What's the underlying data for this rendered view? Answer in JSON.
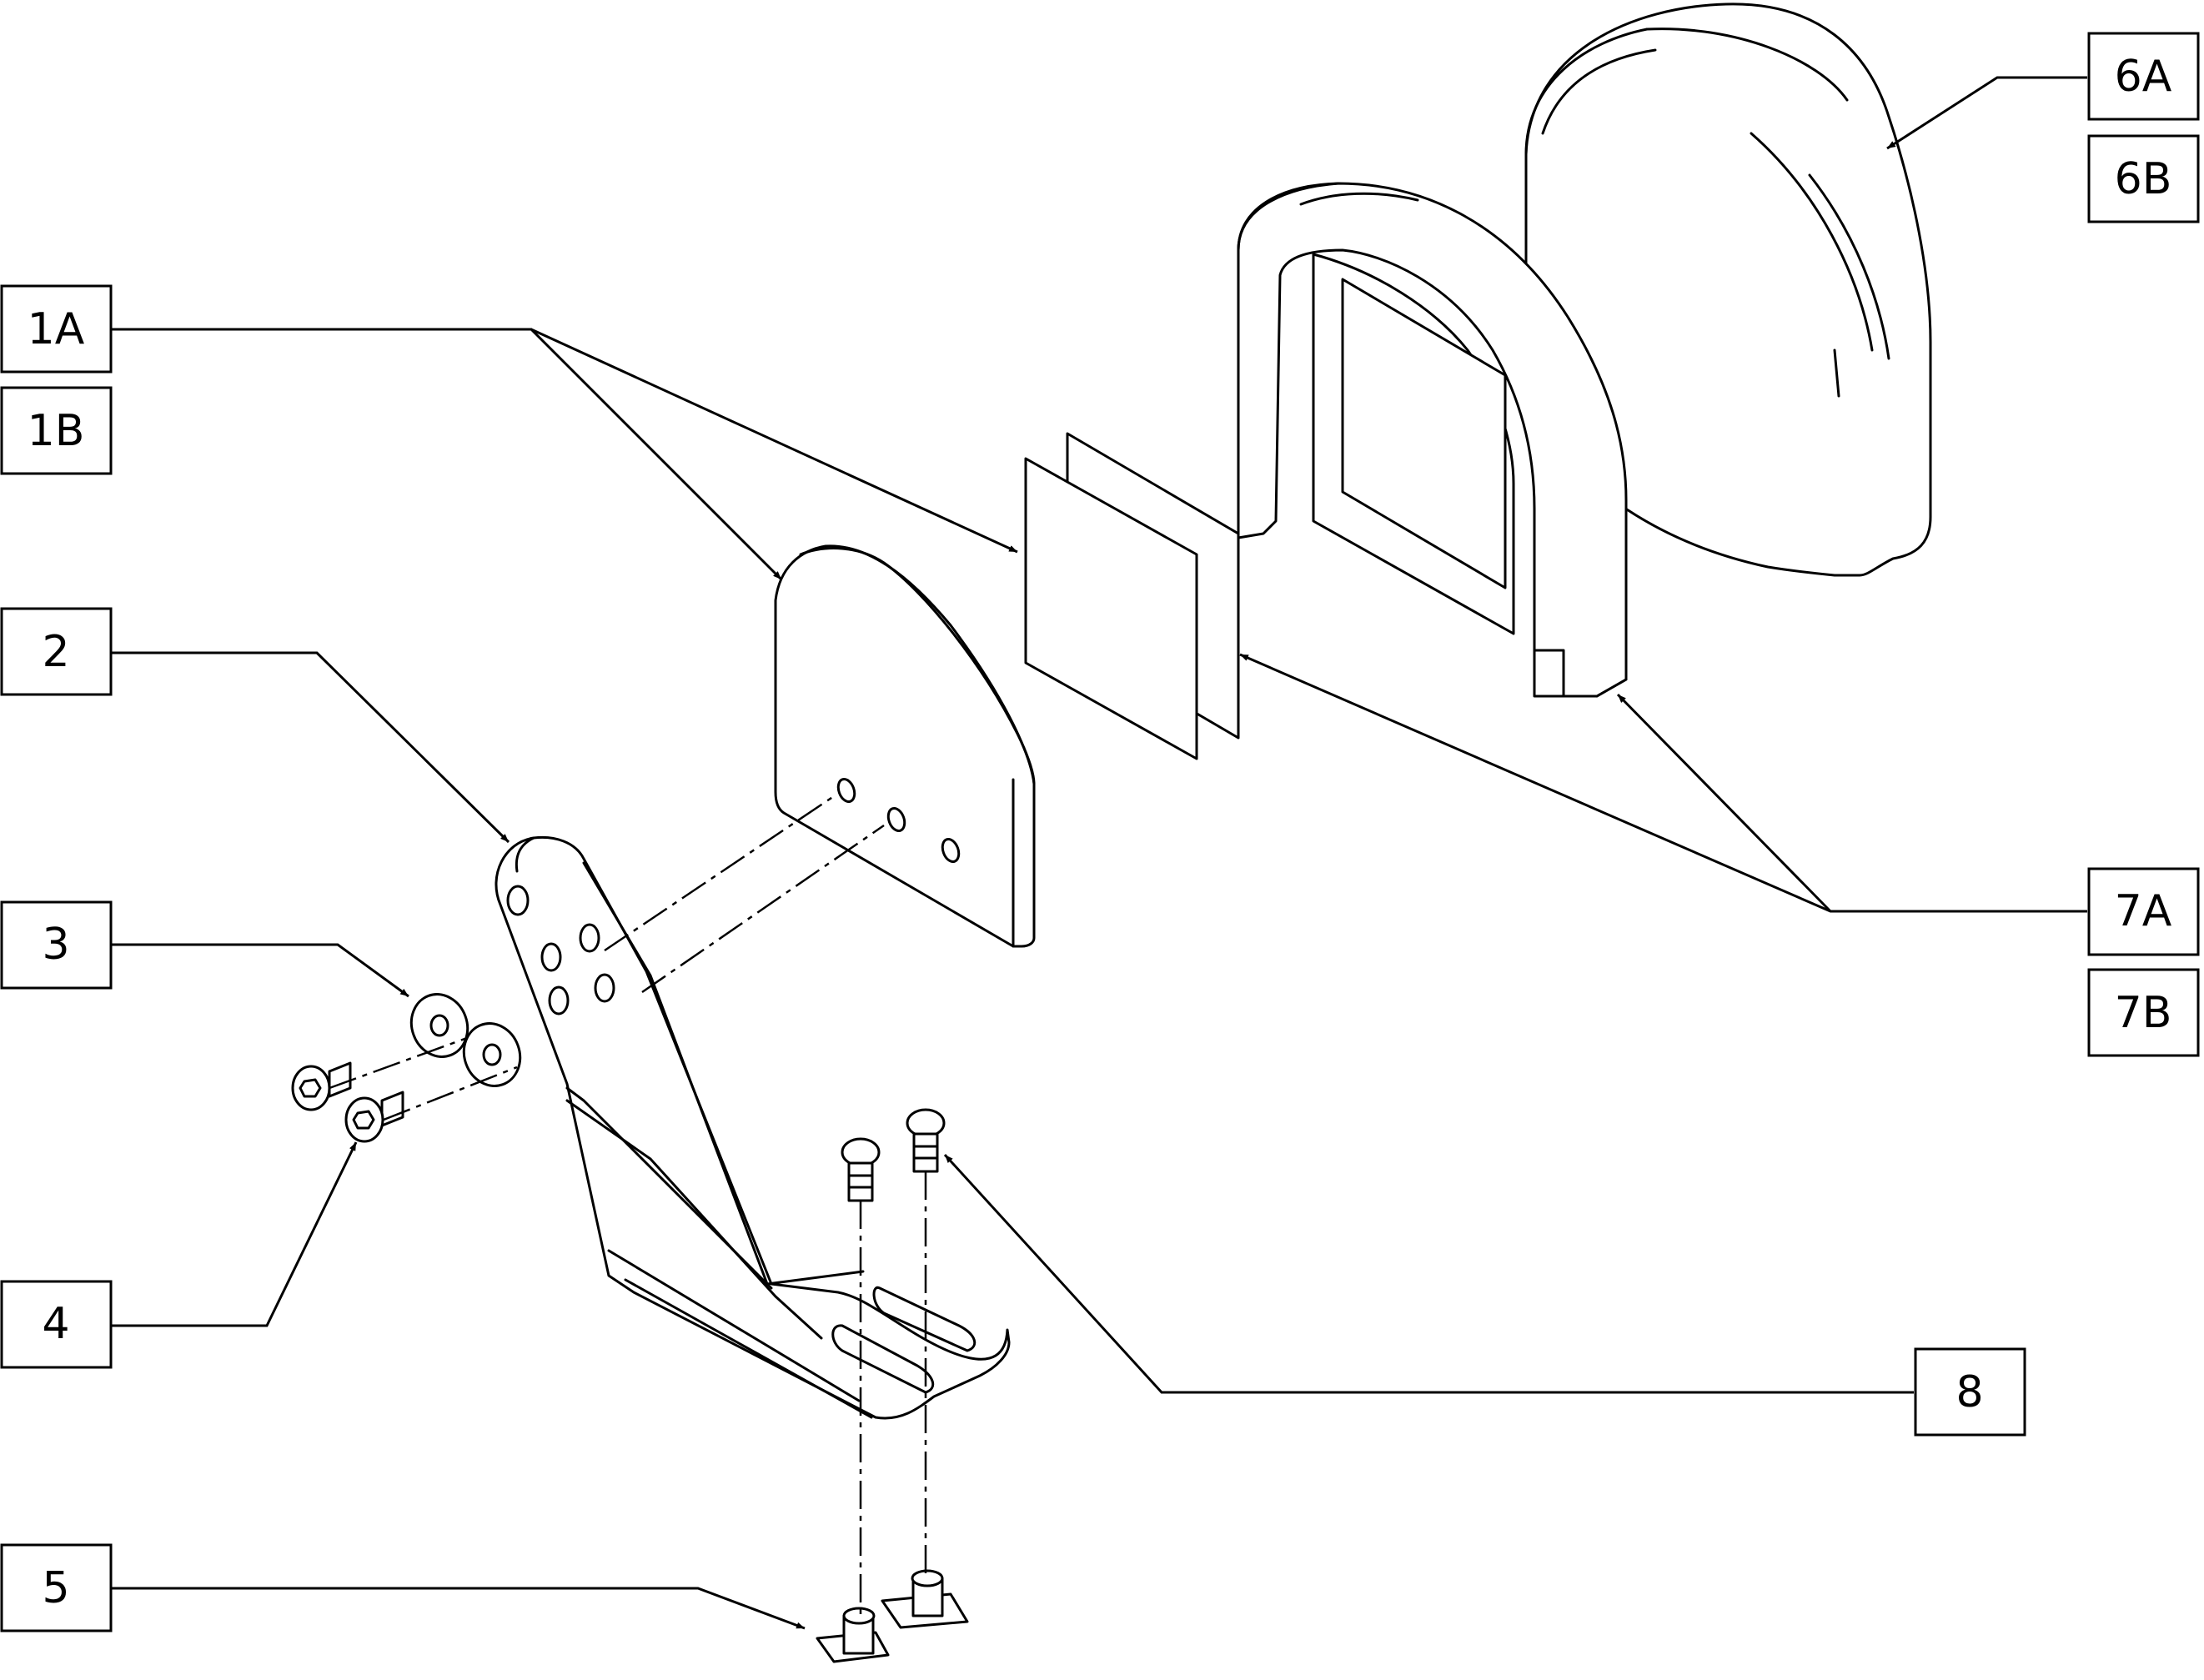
{
  "callouts": {
    "c1a": "1A",
    "c1b": "1B",
    "c2": "2",
    "c3": "3",
    "c4": "4",
    "c5": "5",
    "c6a": "6A",
    "c6b": "6B",
    "c7a": "7A",
    "c7b": "7B",
    "c8": "8"
  }
}
